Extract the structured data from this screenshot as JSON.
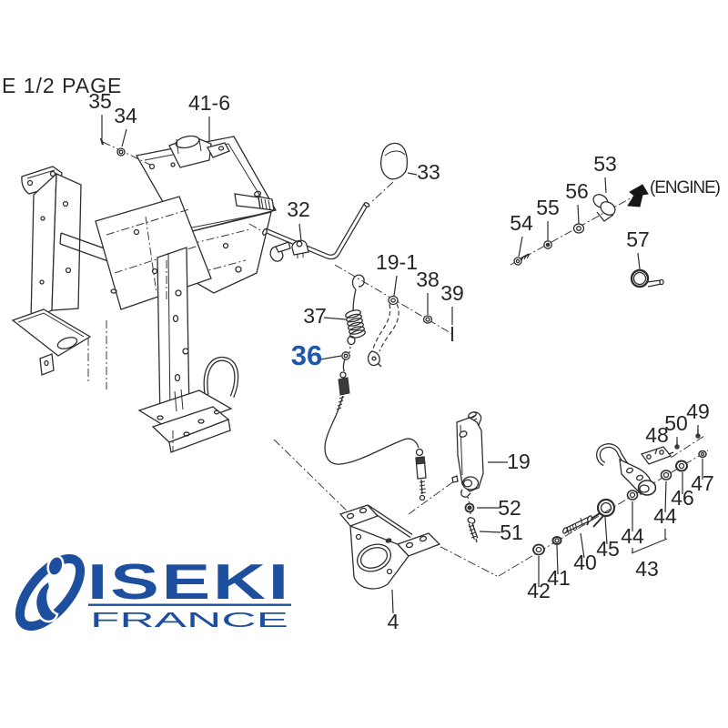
{
  "page": {
    "corner_note": "E 1/2 PAGE"
  },
  "callouts": {
    "c35": "35",
    "c34": "34",
    "c41_6": "41-6",
    "c32": "32",
    "c33": "33",
    "c19_1": "19-1",
    "c37": "37",
    "c36": "36",
    "c38": "38",
    "c39": "39",
    "c53": "53",
    "c54": "54",
    "c55": "55",
    "c56": "56",
    "engine": "(ENGINE)",
    "c57": "57",
    "c49": "49",
    "c50": "50",
    "c48": "48",
    "c47": "47",
    "c46": "46",
    "c44a": "44",
    "c44b": "44",
    "c45": "45",
    "c40": "40",
    "c41": "41",
    "c42": "42",
    "c43": "43",
    "c19": "19",
    "c52": "52",
    "c51": "51",
    "c4": "4"
  },
  "highlight": {
    "part": "36",
    "color": "#2057a7"
  },
  "logo": {
    "brand": "ISEKI",
    "region": "FRANCE",
    "color": "#1e4f9e"
  }
}
